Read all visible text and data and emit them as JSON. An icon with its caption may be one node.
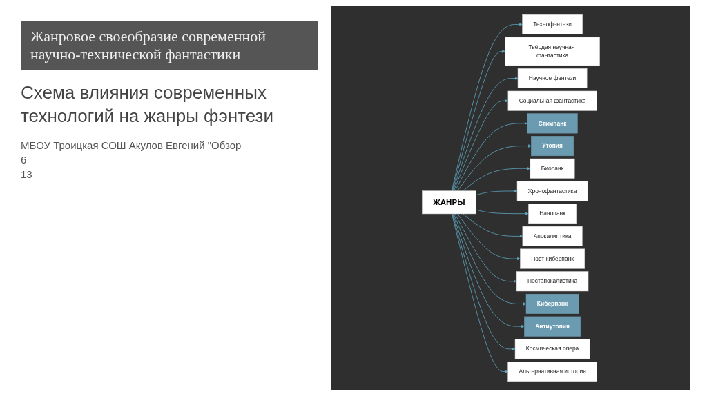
{
  "diagram": {
    "title": "Жанровое своеобразие современной научно-технической фантастики",
    "caption": "Схема влияния современных технологий на жанры фэнтези",
    "nodes": [
      {
        "text": [
          "ЖАНРЫ"
        ]
      },
      {
        "text": [
          "Технофэнтези"
        ]
      },
      {
        "text": [
          "Твёрдая научная фантастика"
        ]
      },
      {
        "text": [
          "Научное фэнтези"
        ]
      },
      {
        "text": [
          "Социальная фантастика"
        ]
      },
      {
        "text": [
          "Стимпанк"
        ]
      },
      {
        "text": [
          "Утопия"
        ]
      },
      {
        "text": [
          "Биопанк"
        ]
      },
      {
        "text": [
          "Хронофантастика"
        ]
      },
      {
        "text": [
          "Нанопанк"
        ]
      },
      {
        "text": [
          "Апокалиптика"
        ]
      },
      {
        "text": [
          "Пост-киберпанк"
        ]
      },
      {
        "text": [
          "Постапокалистика"
        ]
      },
      {
        "text": [
          "Киберпанк"
        ]
      },
      {
        "text": [
          "Антиутопия"
        ]
      },
      {
        "text": [
          "Космическая опера"
        ]
      },
      {
        "text": [
          "Альтернативная история"
        ]
      }
    ],
    "edges": [
      {
        "from": 0,
        "to": 1,
        "arrow": "to"
      },
      {
        "from": 0,
        "to": 2,
        "arrow": "to"
      },
      {
        "from": 0,
        "to": 3,
        "arrow": "to"
      },
      {
        "from": 0,
        "to": 4,
        "arrow": "to"
      },
      {
        "from": 0,
        "to": 5,
        "arrow": "to"
      },
      {
        "from": 0,
        "to": 6,
        "arrow": "to"
      },
      {
        "from": 0,
        "to": 7,
        "arrow": "to"
      },
      {
        "from": 0,
        "to": 8,
        "arrow": "to"
      },
      {
        "from": 0,
        "to": 9,
        "arrow": "to"
      },
      {
        "from": 0,
        "to": 10,
        "arrow": "to"
      },
      {
        "from": 0,
        "to": 11,
        "arrow": "to"
      },
      {
        "from": 0,
        "to": 12,
        "arrow": "to"
      },
      {
        "from": 0,
        "to": 13,
        "arrow": "to"
      },
      {
        "from": 0,
        "to": 14,
        "arrow": "to"
      },
      {
        "from": 0,
        "to": 15,
        "arrow": "to"
      },
      {
        "from": 0,
        "to": 16,
        "arrow": "to"
      }
    ],
    "labels": [
      "МБОУ Троицкая СОШ Акулов Евгений \"Обзор",
      "6",
      "13"
    ]
  }
}
